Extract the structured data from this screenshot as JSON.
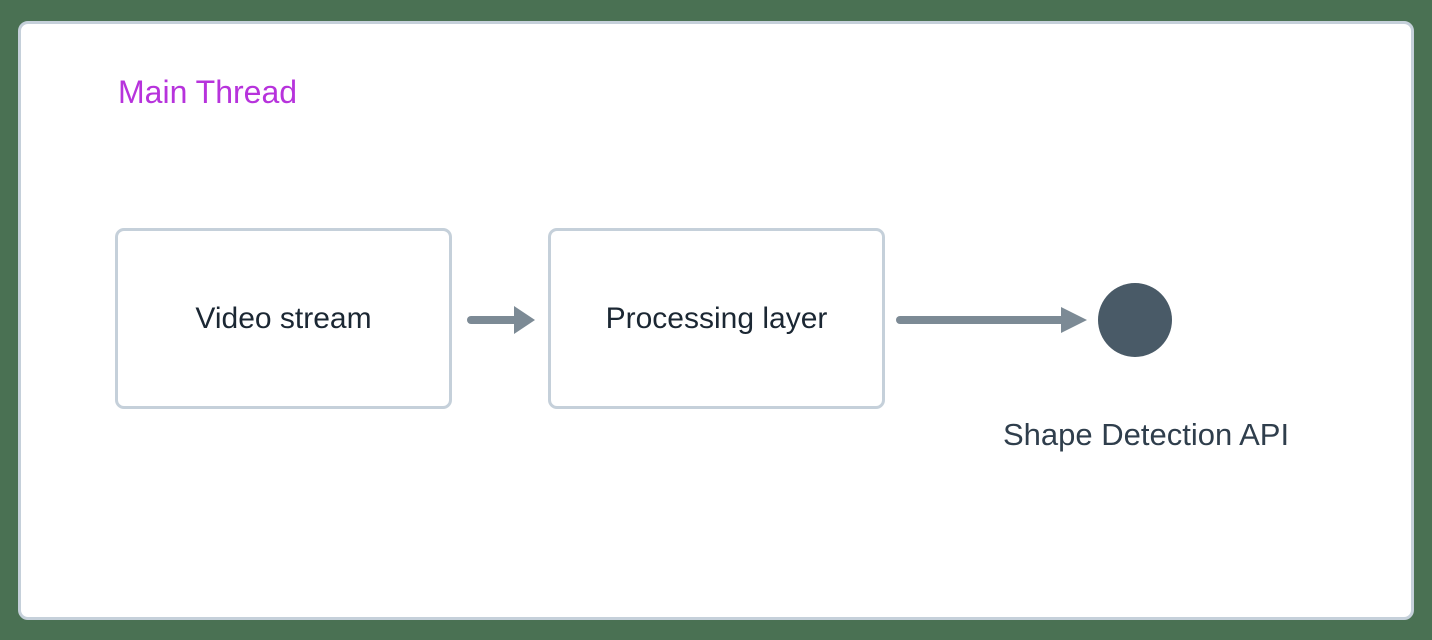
{
  "panel": {
    "title": "Main Thread"
  },
  "nodes": [
    {
      "id": "video-stream",
      "label": "Video stream"
    },
    {
      "id": "processing-layer",
      "label": "Processing layer"
    }
  ],
  "connections": [
    {
      "from": "video-stream",
      "to": "processing-layer",
      "type": "arrow-right"
    },
    {
      "from": "processing-layer",
      "to": "shape-detection-api",
      "type": "arrow-right"
    }
  ],
  "endpoint": {
    "label": "Shape Detection API",
    "shape": "circle"
  },
  "colors": {
    "page_bg": "#4a7153",
    "card_bg": "#ffffff",
    "card_border": "#c5d0da",
    "node_border": "#c5d0da",
    "node_text": "#1b2733",
    "title": "#b733dc",
    "arrow": "#7c8a95",
    "endpoint_circle": "#495a67",
    "endpoint_text": "#2f3e4c"
  }
}
